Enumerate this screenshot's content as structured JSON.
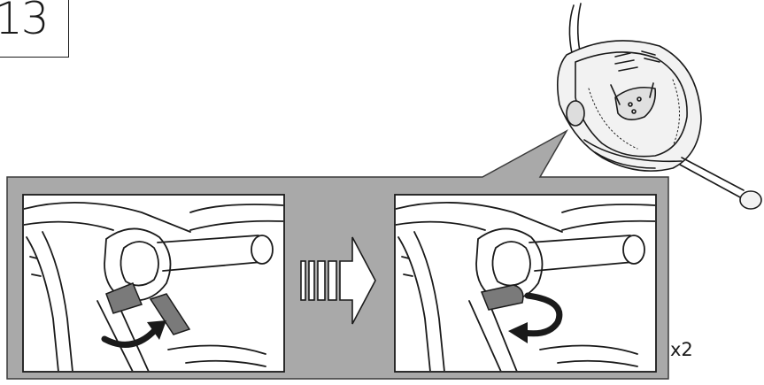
{
  "step": {
    "number": "13"
  },
  "note": {
    "multiplier": "x2"
  },
  "colors": {
    "callout_bg": "#a9a9a9",
    "callout_border": "#3a3a3a",
    "line_art": "#1a1a1a",
    "strap": "#7a7a7a",
    "panel_bg": "#ffffff"
  },
  "icons": [
    "seat-overview-illustration",
    "strap-before-illustration",
    "proceed-arrow-icon",
    "strap-after-illustration",
    "rotate-arrow-icon"
  ]
}
